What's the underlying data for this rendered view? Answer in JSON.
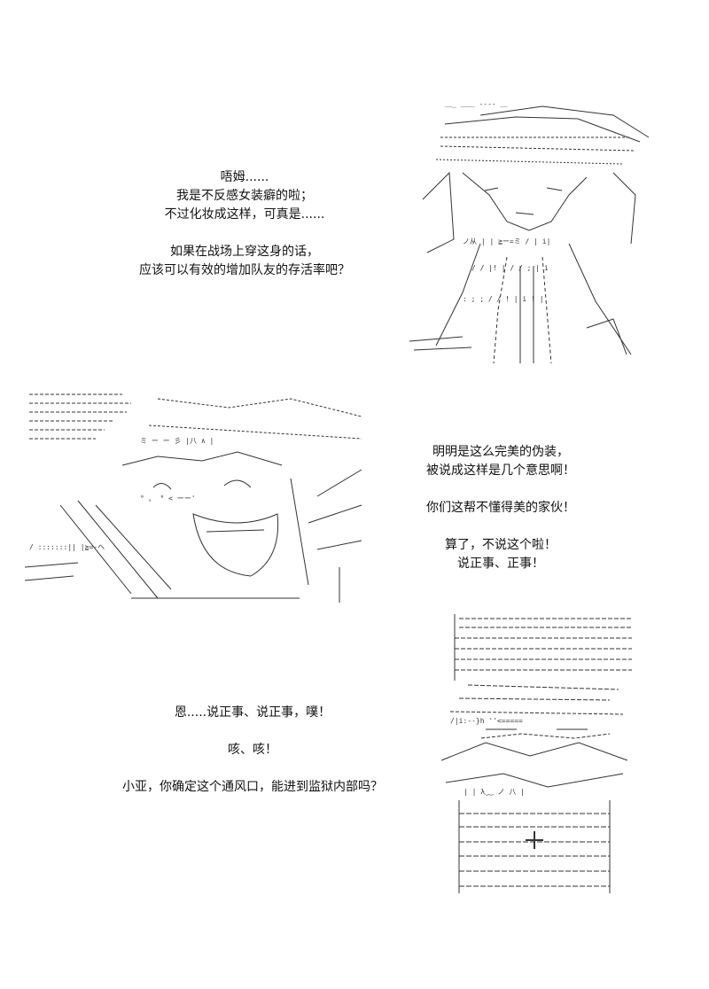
{
  "dialogue": {
    "block1": {
      "lines": [
        "唔姆......",
        "我是不反感女装癖的啦；",
        "不过化妆成这样，可真是......",
        "",
        "如果在战场上穿这身的话，",
        "应该可以有效的增加队友的存活率吧？"
      ]
    },
    "block2": {
      "lines": [
        "明明是这么完美的伪装，",
        "被说成这样是几个意思啊！",
        "",
        "你们这帮不懂得美的家伙！",
        "",
        "算了，不说这个啦！",
        "说正事、正事！"
      ]
    },
    "block3": {
      "lines": [
        "恩.....说正事、说正事，噗！",
        "",
        "咳、咳！",
        "",
        "小亚，你确定这个通风口，能进到监狱内部吗？"
      ]
    }
  },
  "art": {
    "stroke_color": "#333333",
    "panel1": {
      "subject": "ascii-art-crossdressed-character-portrait"
    },
    "panel2": {
      "subject": "ascii-art-laughing-character-closeup"
    },
    "panel3": {
      "subject": "ascii-art-ventilation-grate-figure"
    }
  }
}
